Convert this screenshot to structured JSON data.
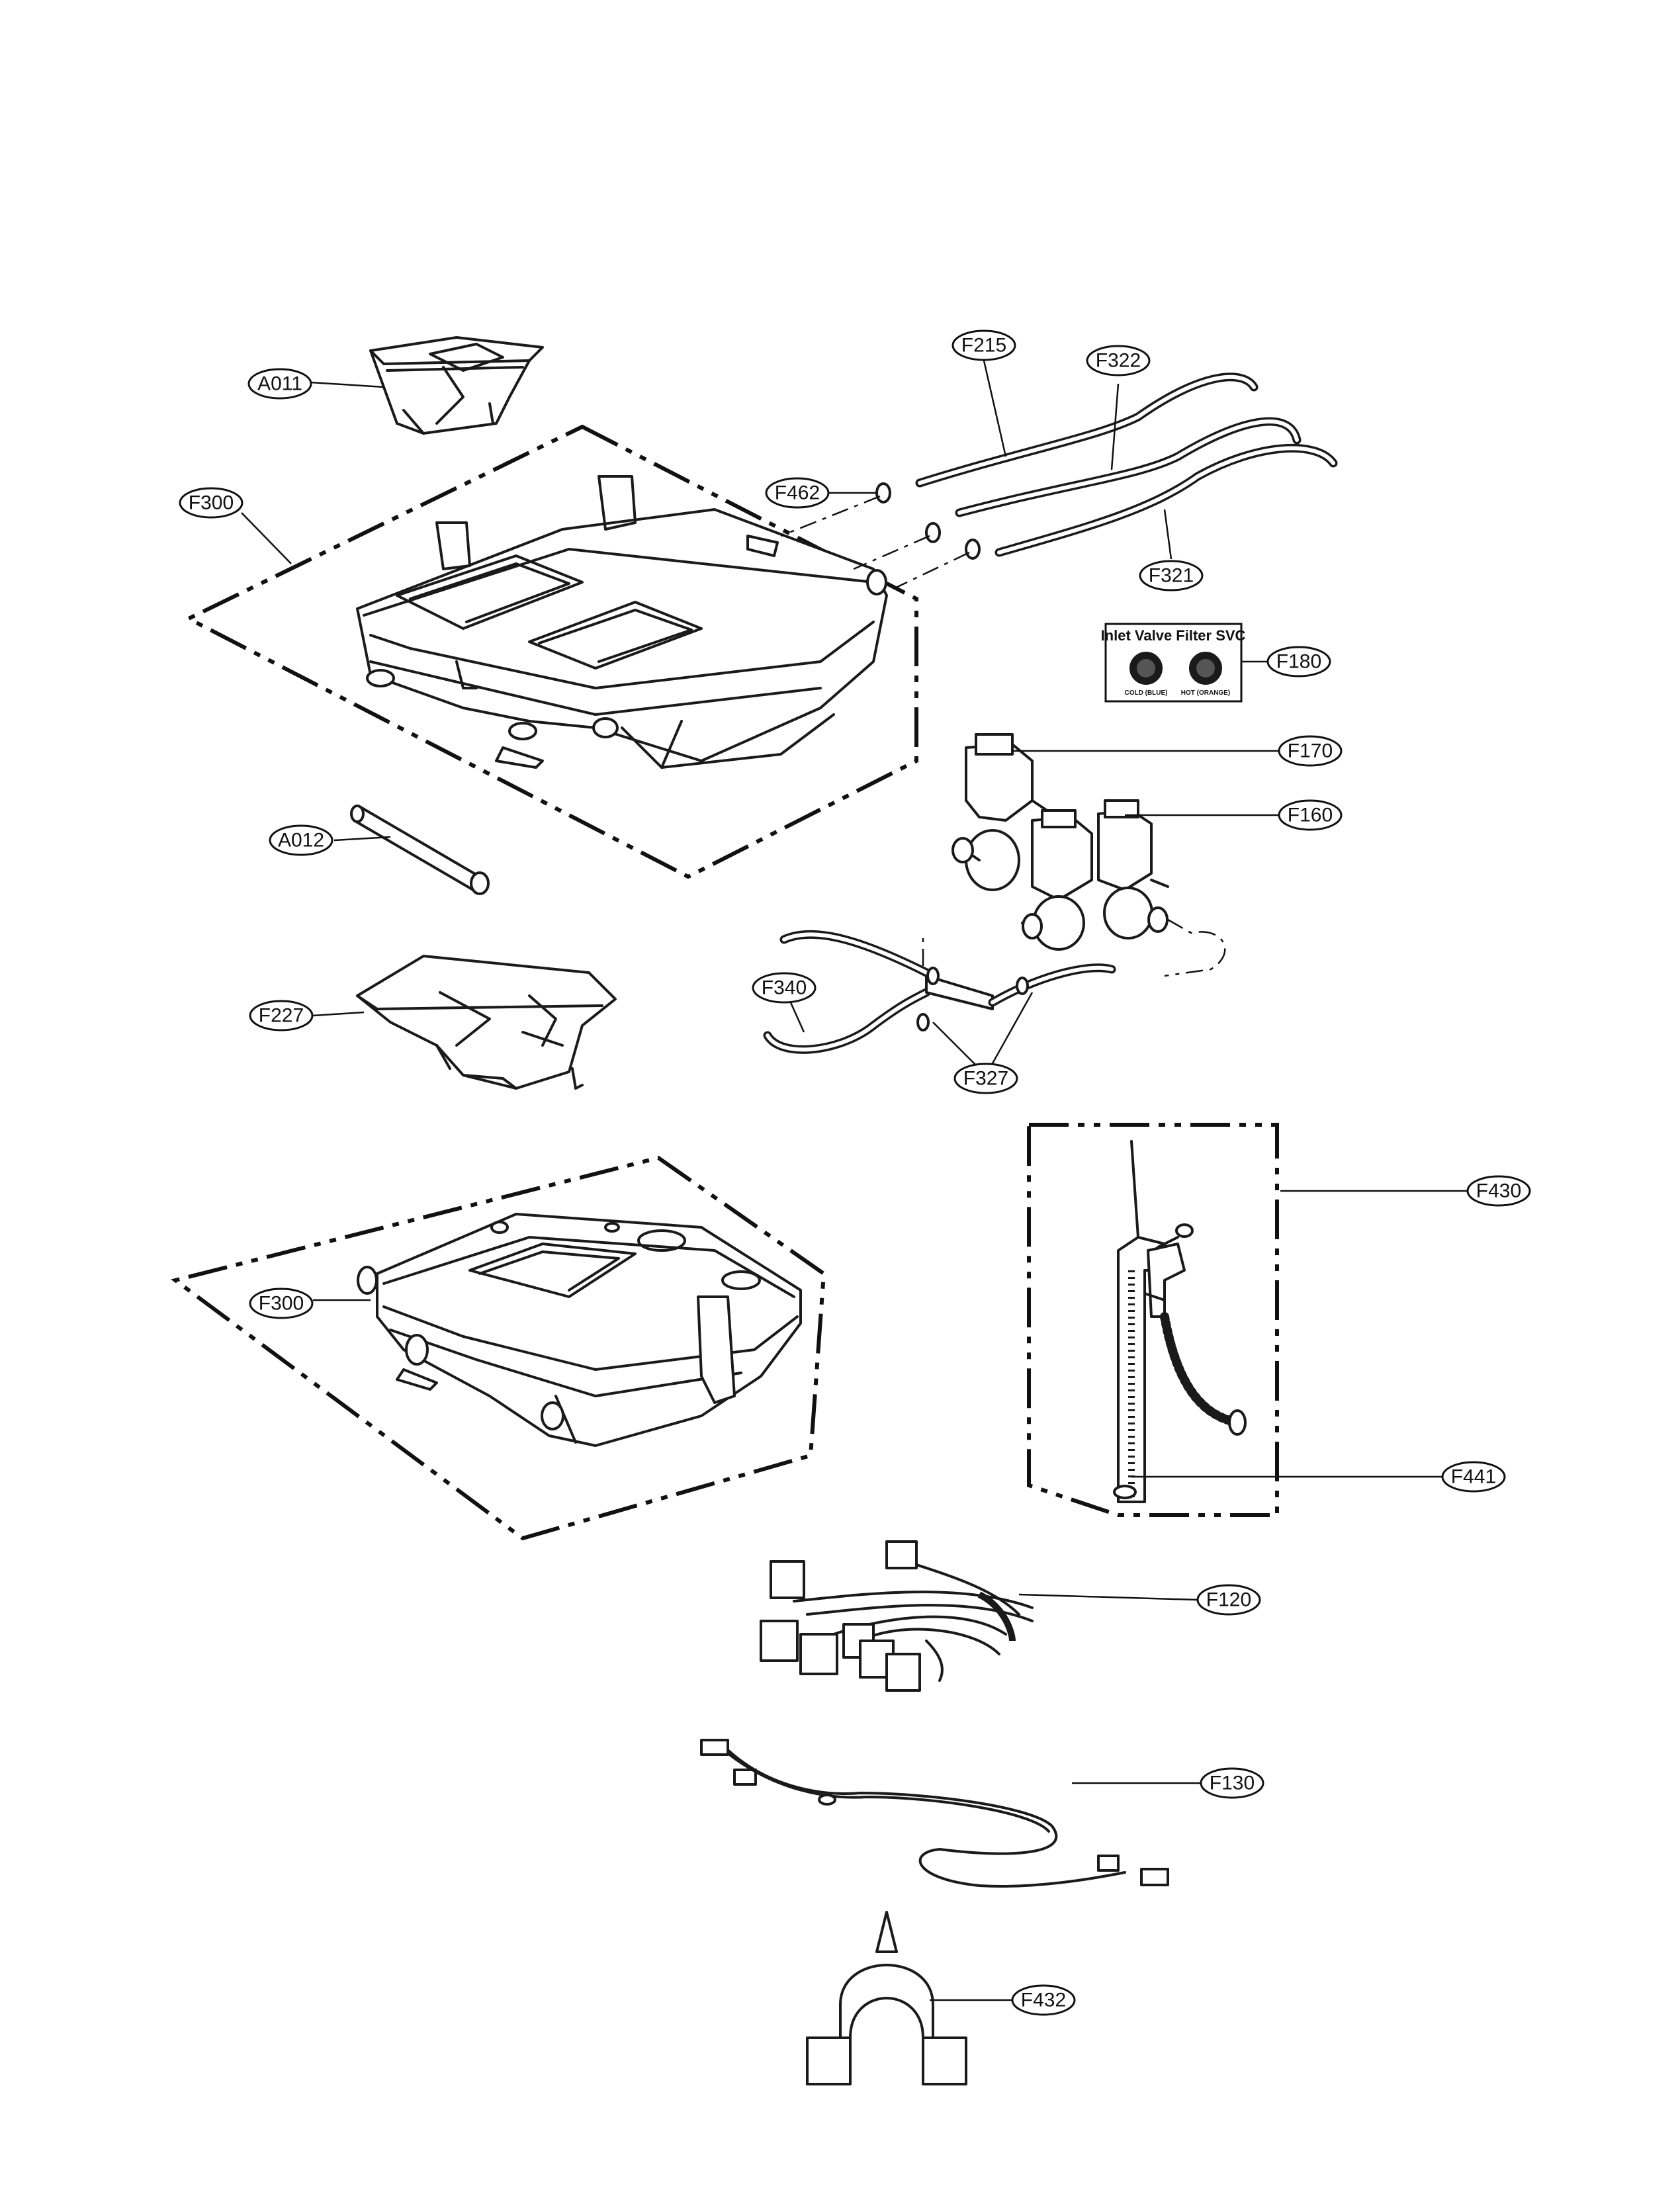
{
  "callouts": {
    "A011": "A011",
    "F300_top": "F300",
    "A012": "A012",
    "F227": "F227",
    "F300_bottom": "F300",
    "F215": "F215",
    "F322": "F322",
    "F462": "F462",
    "F321": "F321",
    "F180": "F180",
    "F170": "F170",
    "F160": "F160",
    "F340": "F340",
    "F327": "F327",
    "F430": "F430",
    "F441": "F441",
    "F120": "F120",
    "F130": "F130",
    "F432": "F432"
  },
  "filter_label": {
    "title": "Inlet Valve Filter SVC",
    "cold": "COLD (BLUE)",
    "hot": "HOT (ORANGE)"
  },
  "colors": {
    "line": "#1a1a1a",
    "background": "#ffffff"
  }
}
